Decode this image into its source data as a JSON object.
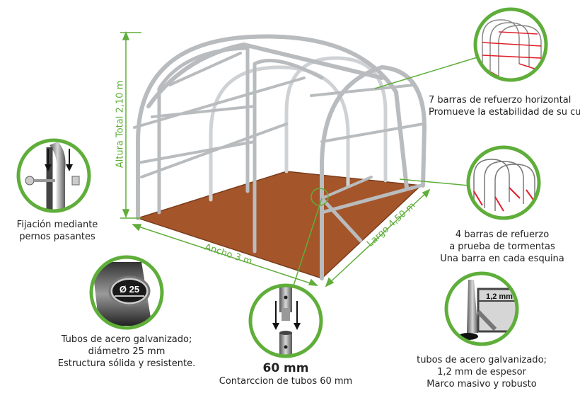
{
  "dimensions": {
    "height_label": "Altura Total 2,10 m",
    "width_label": "Ancho 3 m",
    "length_label": "Largo 4,50 m"
  },
  "features": {
    "horizontal_bars": {
      "line1": "7 barras de refuerzo horizontal",
      "line2": "Promueve la estabilidad de su cu"
    },
    "storm_bars": {
      "line1": "4 barras de refuerzo",
      "line2": "a prueba de tormentas",
      "line3": "Una barra en cada esquina"
    },
    "bolts": {
      "line1": "Fijación mediante",
      "line2": "pernos pasantes"
    },
    "tube_diameter": {
      "badge": "Ø 25",
      "line1": "Tubos de acero galvanizado;",
      "line2": "diámetro 25 mm",
      "line3": "Estructura sólida y resistente."
    },
    "tube_connection": {
      "title": "60 mm",
      "line1": "Contarccion de tubos 60 mm"
    },
    "wall_thickness": {
      "badge": "1,2 mm",
      "line1": "tubos de acero galvanizado;",
      "line2": "1,2 mm de espesor",
      "line3": "Marco masivo y robusto"
    }
  },
  "colors": {
    "accent_green": "#5fae3a",
    "floor_brown": "#a5552a",
    "steel": "#b9bcbe"
  }
}
